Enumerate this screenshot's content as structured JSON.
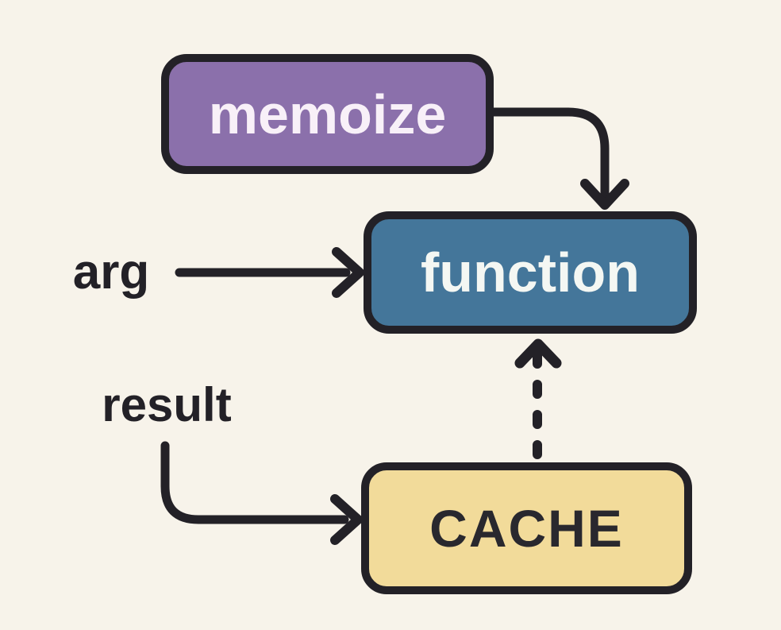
{
  "diagram": {
    "type": "flow-diagram",
    "topic": "memoization",
    "nodes": {
      "memoize": {
        "label": "memoize",
        "fill": "#8b70ab",
        "text_color": "#f8f0f8"
      },
      "function": {
        "label": "function",
        "fill": "#44769a",
        "text_color": "#f4f7f3"
      },
      "cache": {
        "label": "CACHE",
        "fill": "#f2db9a",
        "text_color": "#29282e"
      }
    },
    "labels": {
      "arg": "arg",
      "result": "result"
    },
    "edges": [
      {
        "from": "memoize",
        "to": "function",
        "style": "solid"
      },
      {
        "from": "arg",
        "to": "function",
        "style": "solid"
      },
      {
        "from": "result",
        "to": "cache",
        "style": "solid"
      },
      {
        "from": "cache",
        "to": "function",
        "style": "dashed"
      }
    ],
    "colors": {
      "background": "#f7f3ea",
      "stroke": "#232127"
    }
  }
}
